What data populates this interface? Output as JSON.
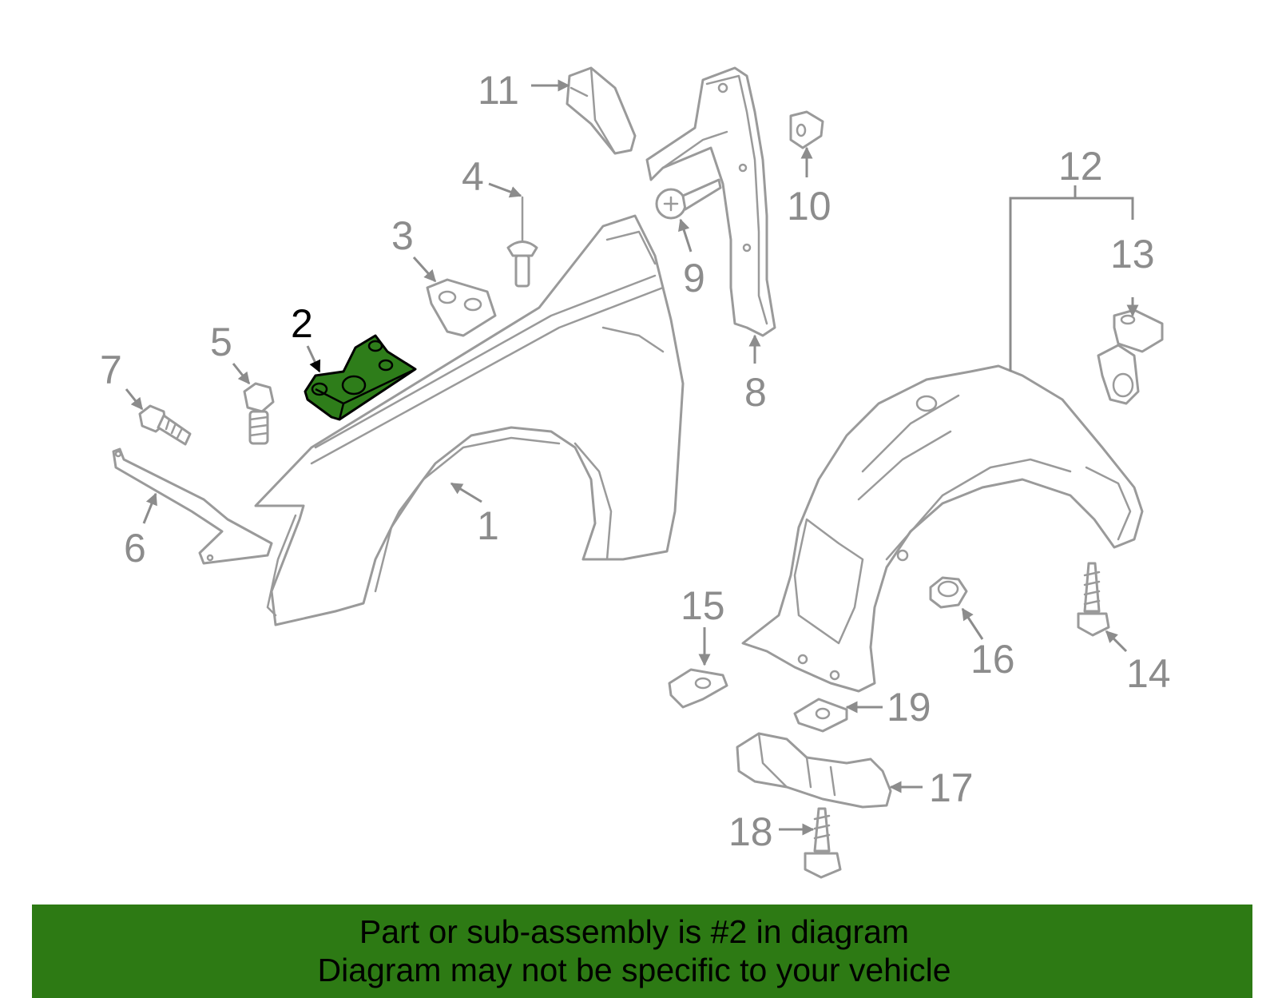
{
  "callouts": {
    "c1": "1",
    "c2": "2",
    "c3": "3",
    "c4": "4",
    "c5": "5",
    "c6": "6",
    "c7": "7",
    "c8": "8",
    "c9": "9",
    "c10": "10",
    "c11": "11",
    "c12": "12",
    "c13": "13",
    "c14": "14",
    "c15": "15",
    "c16": "16",
    "c17": "17",
    "c18": "18",
    "c19": "19"
  },
  "highlighted_part": "2",
  "colors": {
    "highlight": "#2e7d1a",
    "banner": "#2d7a14",
    "line": "#9a9a9a"
  },
  "banner": {
    "line1": "Part or sub-assembly is #2 in diagram",
    "line2": "Diagram may not be specific to your vehicle"
  }
}
